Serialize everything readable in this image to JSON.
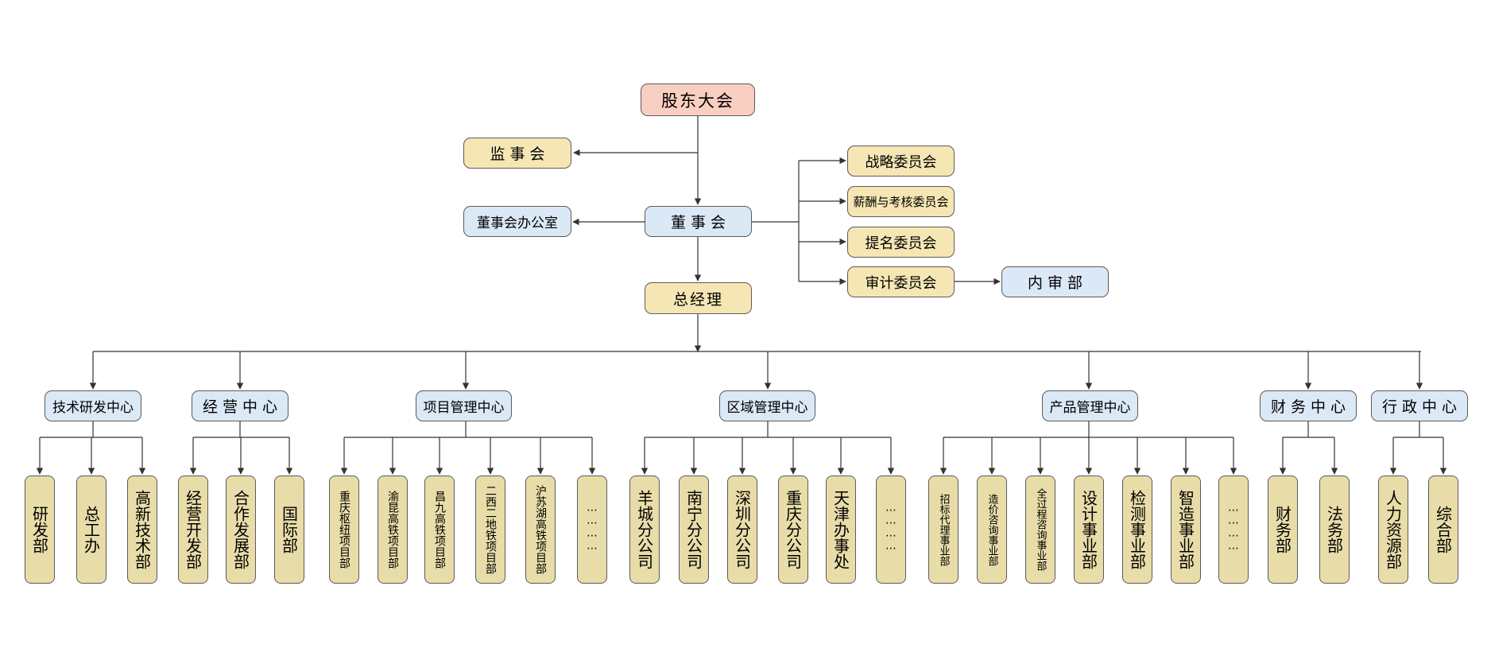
{
  "chart": {
    "top": "股东大会",
    "supervisory_board": "监 事 会",
    "board": "董 事 会",
    "board_office": "董事会办公室",
    "general_manager": "总经理",
    "committees": [
      "战略委员会",
      "薪酬与考核委员会",
      "提名委员会",
      "审计委员会"
    ],
    "internal_audit": "内 审 部",
    "centers": [
      {
        "name": "技术研发中心",
        "departments": [
          "研发部",
          "总工办",
          "高新技术部"
        ]
      },
      {
        "name": "经 营 中 心",
        "departments": [
          "经营开发部",
          "合作发展部",
          "国际部"
        ]
      },
      {
        "name": "项目管理中心",
        "departments": [
          "重庆枢纽项目部",
          "渝昆高铁项目部",
          "昌九高铁项目部",
          "二西二地铁项目部",
          "沪苏湖高铁项目部",
          "⋯⋯⋯⋯"
        ]
      },
      {
        "name": "区域管理中心",
        "departments": [
          "羊城分公司",
          "南宁分公司",
          "深圳分公司",
          "重庆分公司",
          "天津办事处",
          "⋯⋯⋯⋯"
        ]
      },
      {
        "name": "产品管理中心",
        "departments": [
          "招标代理事业部",
          "造价咨询事业部",
          "全过程咨询事业部",
          "设计事业部",
          "检测事业部",
          "智造事业部",
          "⋯⋯⋯⋯"
        ]
      },
      {
        "name": "财 务 中 心",
        "departments": [
          "财务部",
          "法务部"
        ]
      },
      {
        "name": "行 政 中 心",
        "departments": [
          "人力资源部",
          "综合部"
        ]
      }
    ]
  },
  "colors": {
    "top": "#f9cfc2",
    "yellow_box": "#f5e6b4",
    "blue_box": "#dbe8f6",
    "department_box": "#e8dca8",
    "line": "#333333"
  }
}
